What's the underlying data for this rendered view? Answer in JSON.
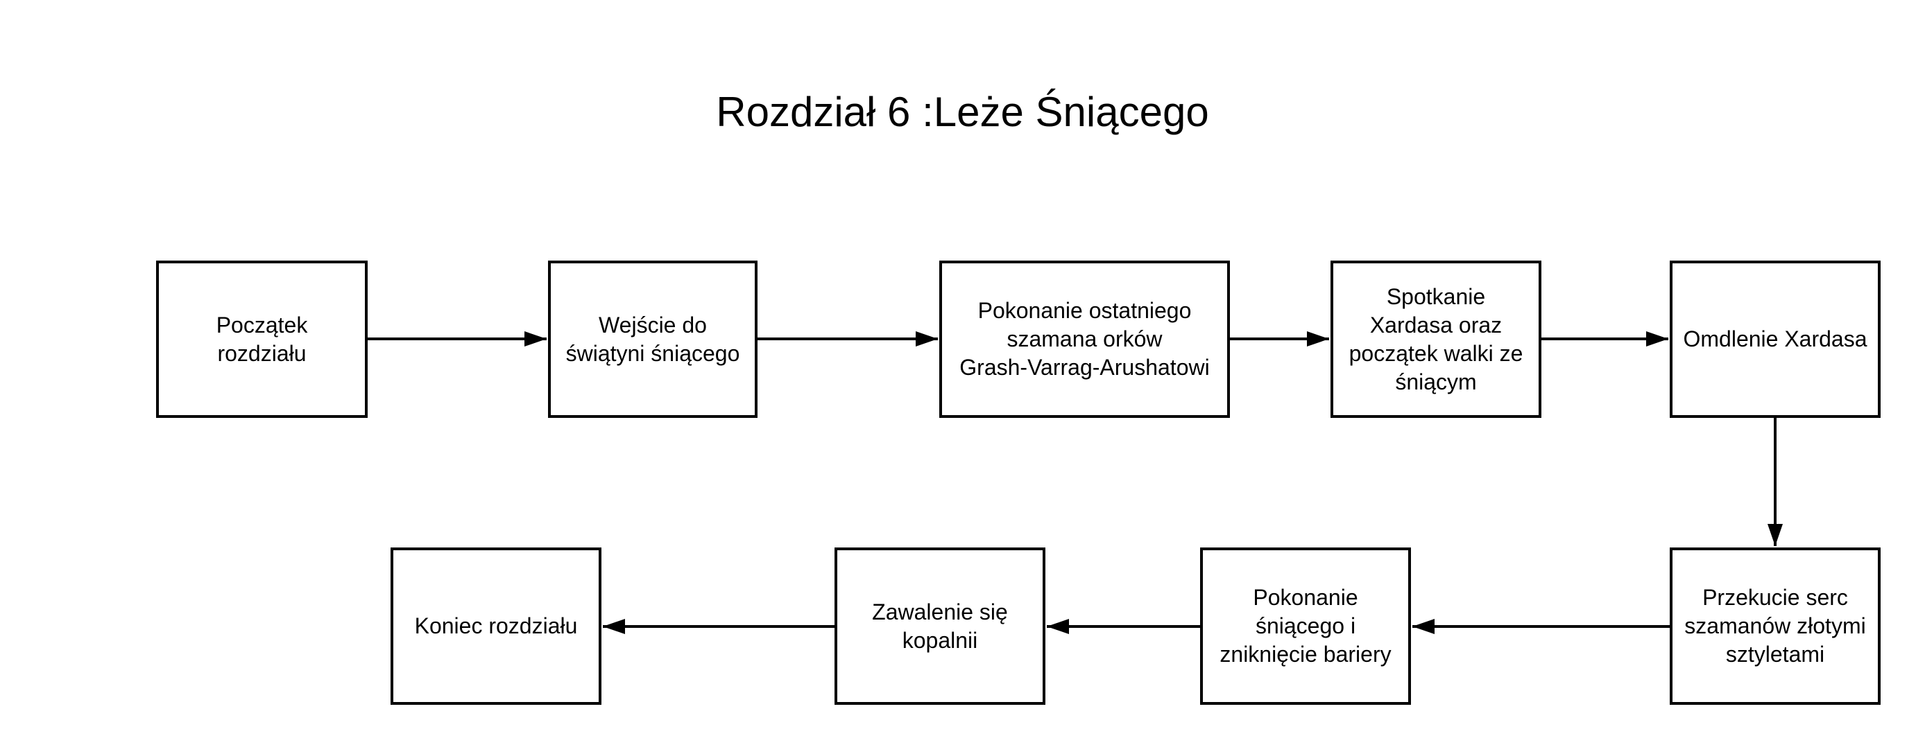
{
  "diagram": {
    "title": "Rozdział 6 :Leże Śniącego",
    "steps": [
      {
        "label": "Początek\nrozdziału"
      },
      {
        "label": "Wejście do\nświątyni śniącego"
      },
      {
        "label": "Pokonanie ostatniego\nszamana orków\nGrash-Varrag-Arushatowi"
      },
      {
        "label": "Spotkanie\nXardasa oraz\npoczątek walki ze\nśniącym"
      },
      {
        "label": "Omdlenie Xardasa"
      },
      {
        "label": "Przekucie serc\nszamanów złotymi\nsztyletami"
      },
      {
        "label": "Pokonanie\nśniącego i\nzniknięcie bariery"
      },
      {
        "label": "Zawalenie się\nkopalnii"
      },
      {
        "label": "Koniec rozdziału"
      }
    ],
    "colors": {
      "stroke": "#000000",
      "fill": "#ffffff",
      "text": "#000000"
    }
  }
}
